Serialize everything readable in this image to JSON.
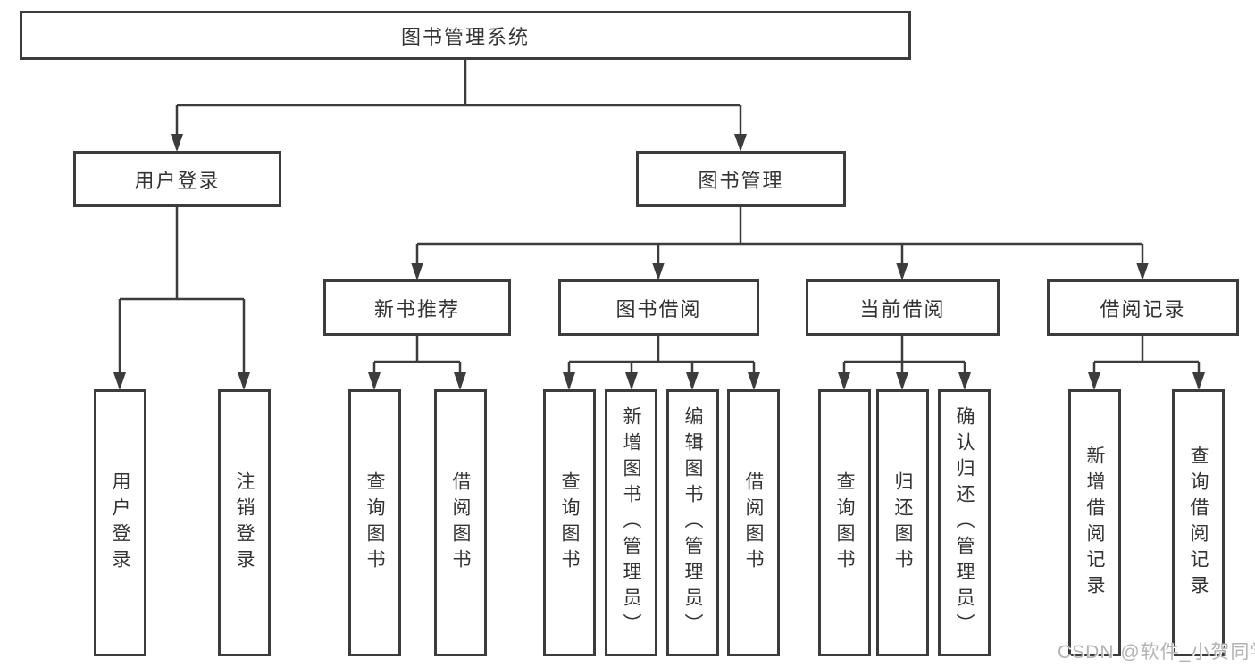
{
  "diagram": {
    "root": {
      "label": "图书管理系统"
    },
    "level2": [
      {
        "label": "用户登录"
      },
      {
        "label": "图书管理"
      }
    ],
    "level3": [
      {
        "label": "新书推荐",
        "parent": "图书管理"
      },
      {
        "label": "图书借阅",
        "parent": "图书管理"
      },
      {
        "label": "当前借阅",
        "parent": "图书管理"
      },
      {
        "label": "借阅记录",
        "parent": "图书管理"
      }
    ],
    "leaves": [
      {
        "label": "用户登录",
        "parent": "用户登录"
      },
      {
        "label": "注销登录",
        "parent": "用户登录"
      },
      {
        "label": "查询图书",
        "parent": "新书推荐"
      },
      {
        "label": "借阅图书",
        "parent": "新书推荐"
      },
      {
        "label": "查询图书",
        "parent": "图书借阅"
      },
      {
        "label": "新增图书（管理员）",
        "parent": "图书借阅"
      },
      {
        "label": "编辑图书（管理员）",
        "parent": "图书借阅"
      },
      {
        "label": "借阅图书",
        "parent": "图书借阅"
      },
      {
        "label": "查询图书",
        "parent": "当前借阅"
      },
      {
        "label": "归还图书",
        "parent": "当前借阅"
      },
      {
        "label": "确认归还（管理员）",
        "parent": "当前借阅"
      },
      {
        "label": "新增借阅记录",
        "parent": "借阅记录"
      },
      {
        "label": "查询借阅记录",
        "parent": "借阅记录"
      }
    ]
  },
  "watermark": {
    "text": "CSDN @软件_小贺同学"
  },
  "colors": {
    "line": "#3c3c3c",
    "text": "#333333",
    "watermark": "#b3b3b3",
    "background": "#ffffff"
  }
}
